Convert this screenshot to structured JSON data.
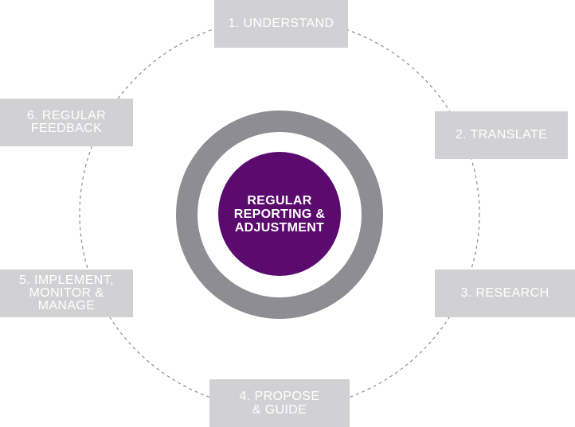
{
  "center": {
    "label": "REGULAR\nREPORTING &\nADJUSTMENT",
    "fill_color": "#5b0a6e",
    "ring_color": "#8e8d94"
  },
  "steps": [
    {
      "label": "1. UNDERSTAND"
    },
    {
      "label": "2. TRANSLATE"
    },
    {
      "label": "3. RESEARCH"
    },
    {
      "label": "4. PROPOSE\n& GUIDE"
    },
    {
      "label": "5. IMPLEMENT,\nMONITOR &\nMANAGE"
    },
    {
      "label": "6. REGULAR\nFEEDBACK"
    }
  ],
  "colors": {
    "step_box": "#d1d1d4",
    "step_text": "#ffffff",
    "connector": "#8e8d94"
  }
}
